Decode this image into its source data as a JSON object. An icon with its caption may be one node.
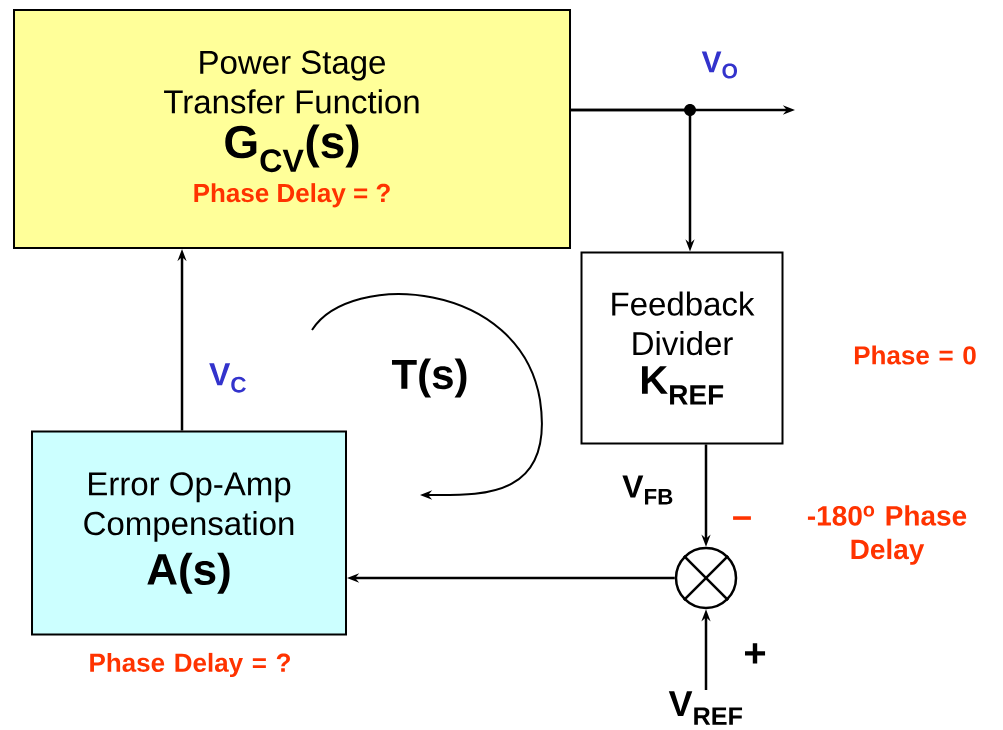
{
  "diagram": {
    "nodes": [
      {
        "text": [
          "Power Stage Transfer Function",
          "G$_{CV}$(s)",
          "Phase Delay = ?"
        ]
      },
      {
        "text": [
          "Feedback Divider",
          "K$_{REF}$"
        ],
        "beside": [
          "Phase = 0"
        ]
      },
      {
        "text": [],
        "shape": "circle",
        "beside": [
          "-180$^{o}$ Phase Delay"
        ]
      },
      {
        "text": [
          "Error Op-Amp Compensation",
          "A(s)"
        ],
        "beside": [
          "Phase Delay = ?"
        ]
      },
      {
        "text": [
          "V$_{REF}$"
        ]
      }
    ],
    "edges": [
      {
        "from": 0,
        "to": null,
        "arrow": "to",
        "label": "V$_{O}$"
      },
      {
        "from": 0,
        "to": 1,
        "arrow": "to"
      },
      {
        "from": 1,
        "to": 2,
        "arrow": "to",
        "label": "V$_{FB}$"
      },
      {
        "from": 4,
        "to": 2,
        "arrow": "to"
      },
      {
        "from": 2,
        "to": 3,
        "arrow": "to"
      },
      {
        "from": 3,
        "to": 0,
        "arrow": "to",
        "label": "V$_{C}$"
      }
    ],
    "labels": [
      "T(s)",
      "–",
      "+"
    ]
  }
}
